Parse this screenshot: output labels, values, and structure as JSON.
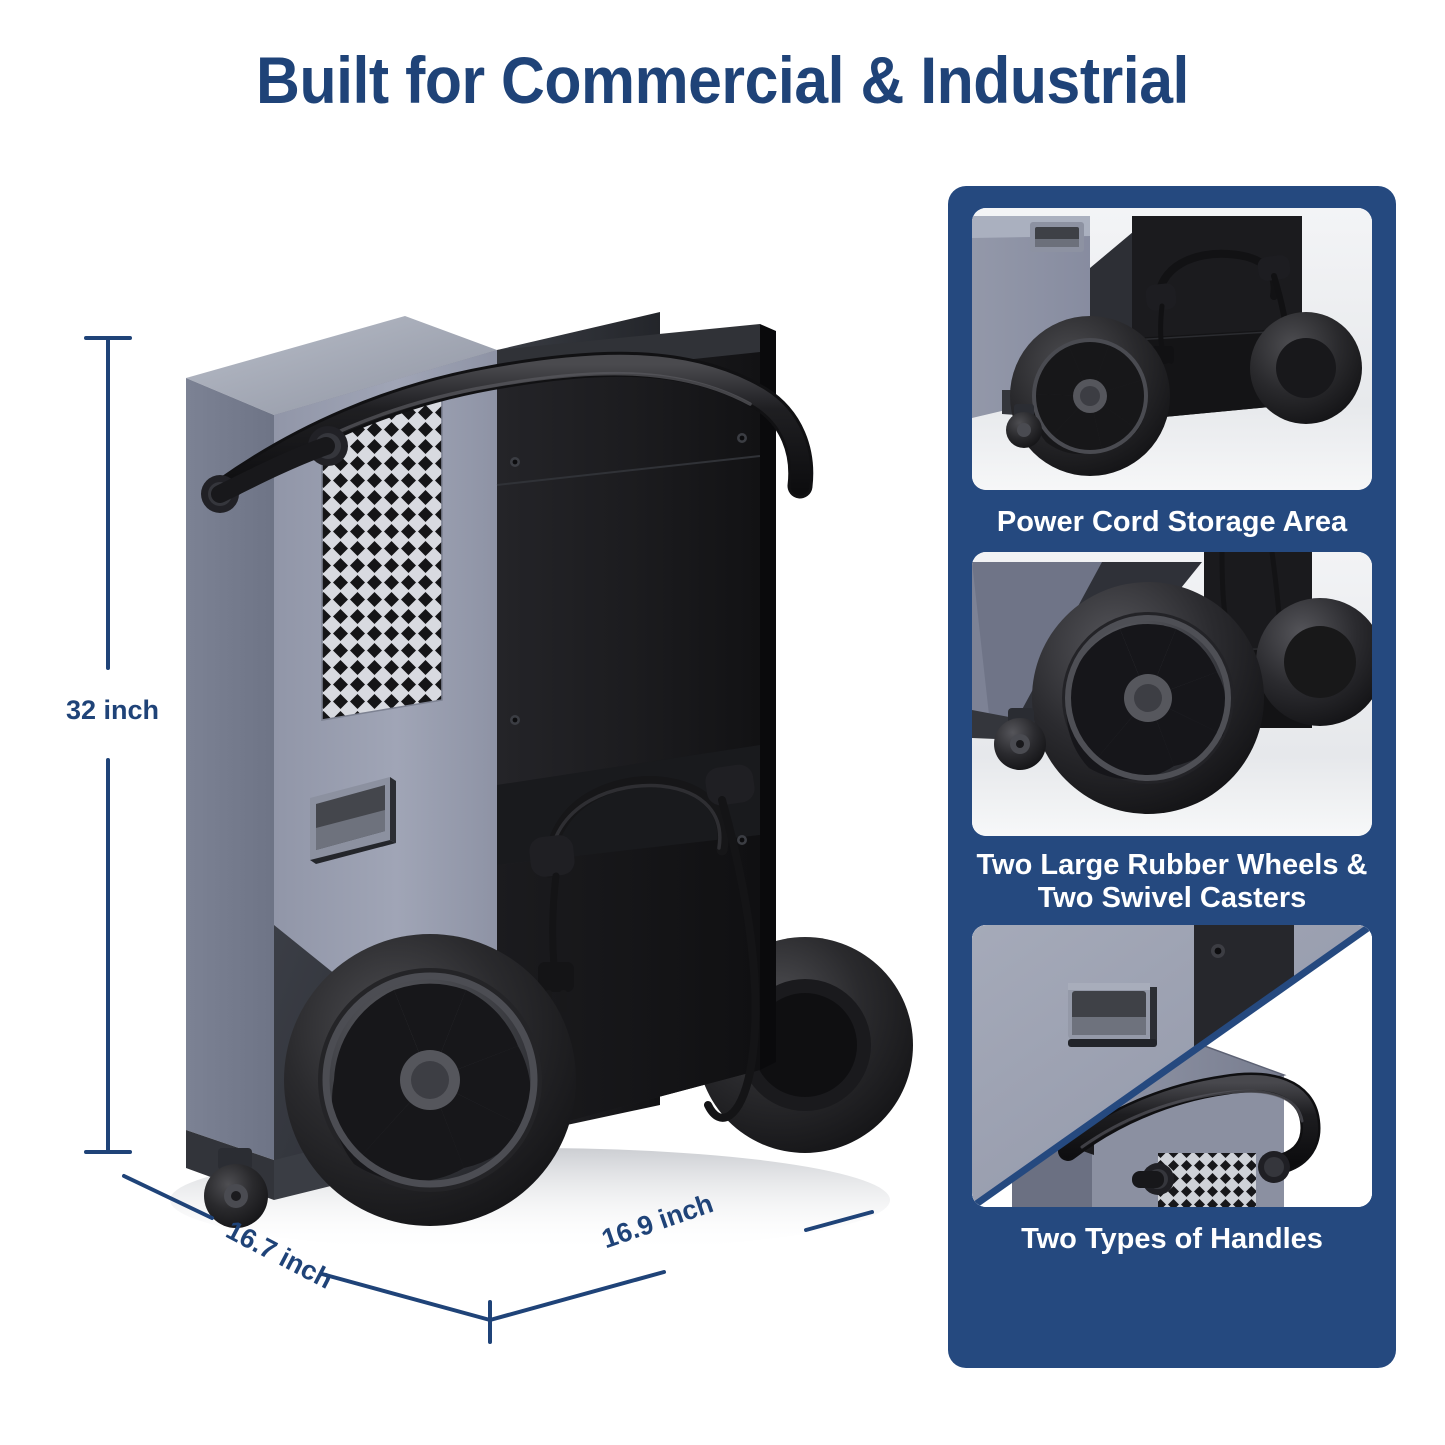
{
  "title": "Built for Commercial & Industrial",
  "theme": {
    "navy": "#25497f",
    "title_blue": "#1f4378",
    "dimension_blue": "#1f4378",
    "caption_white": "#ffffff",
    "body_gray": "#9aa0b0",
    "body_black": "#1e1e20",
    "page_background": "#ffffff"
  },
  "dimensions": {
    "height_label": "32 inch",
    "depth_label": "16.7 inch",
    "width_label": "16.9 inch"
  },
  "features": [
    {
      "caption": "Power Cord Storage Area",
      "caption_lines": [
        "Power Cord Storage Area"
      ],
      "photo_name": "power-cord-storage-photo"
    },
    {
      "caption": "Two Large Rubber Wheels & Two Swivel Casters",
      "caption_lines": [
        "Two Large Rubber Wheels &",
        "Two Swivel Casters"
      ],
      "photo_name": "wheels-and-casters-photo"
    },
    {
      "caption": "Two Types of Handles",
      "caption_lines": [
        "Two Types of Handles"
      ],
      "photo_name": "two-handles-photo"
    }
  ],
  "product": {
    "name": "commercial dehumidifier",
    "view": "rear three-quarter",
    "parts": [
      "tubular push handle",
      "recessed pocket handle",
      "diamond mesh grille",
      "large rubber wheels",
      "swivel casters",
      "coiled power cord with plug"
    ]
  }
}
